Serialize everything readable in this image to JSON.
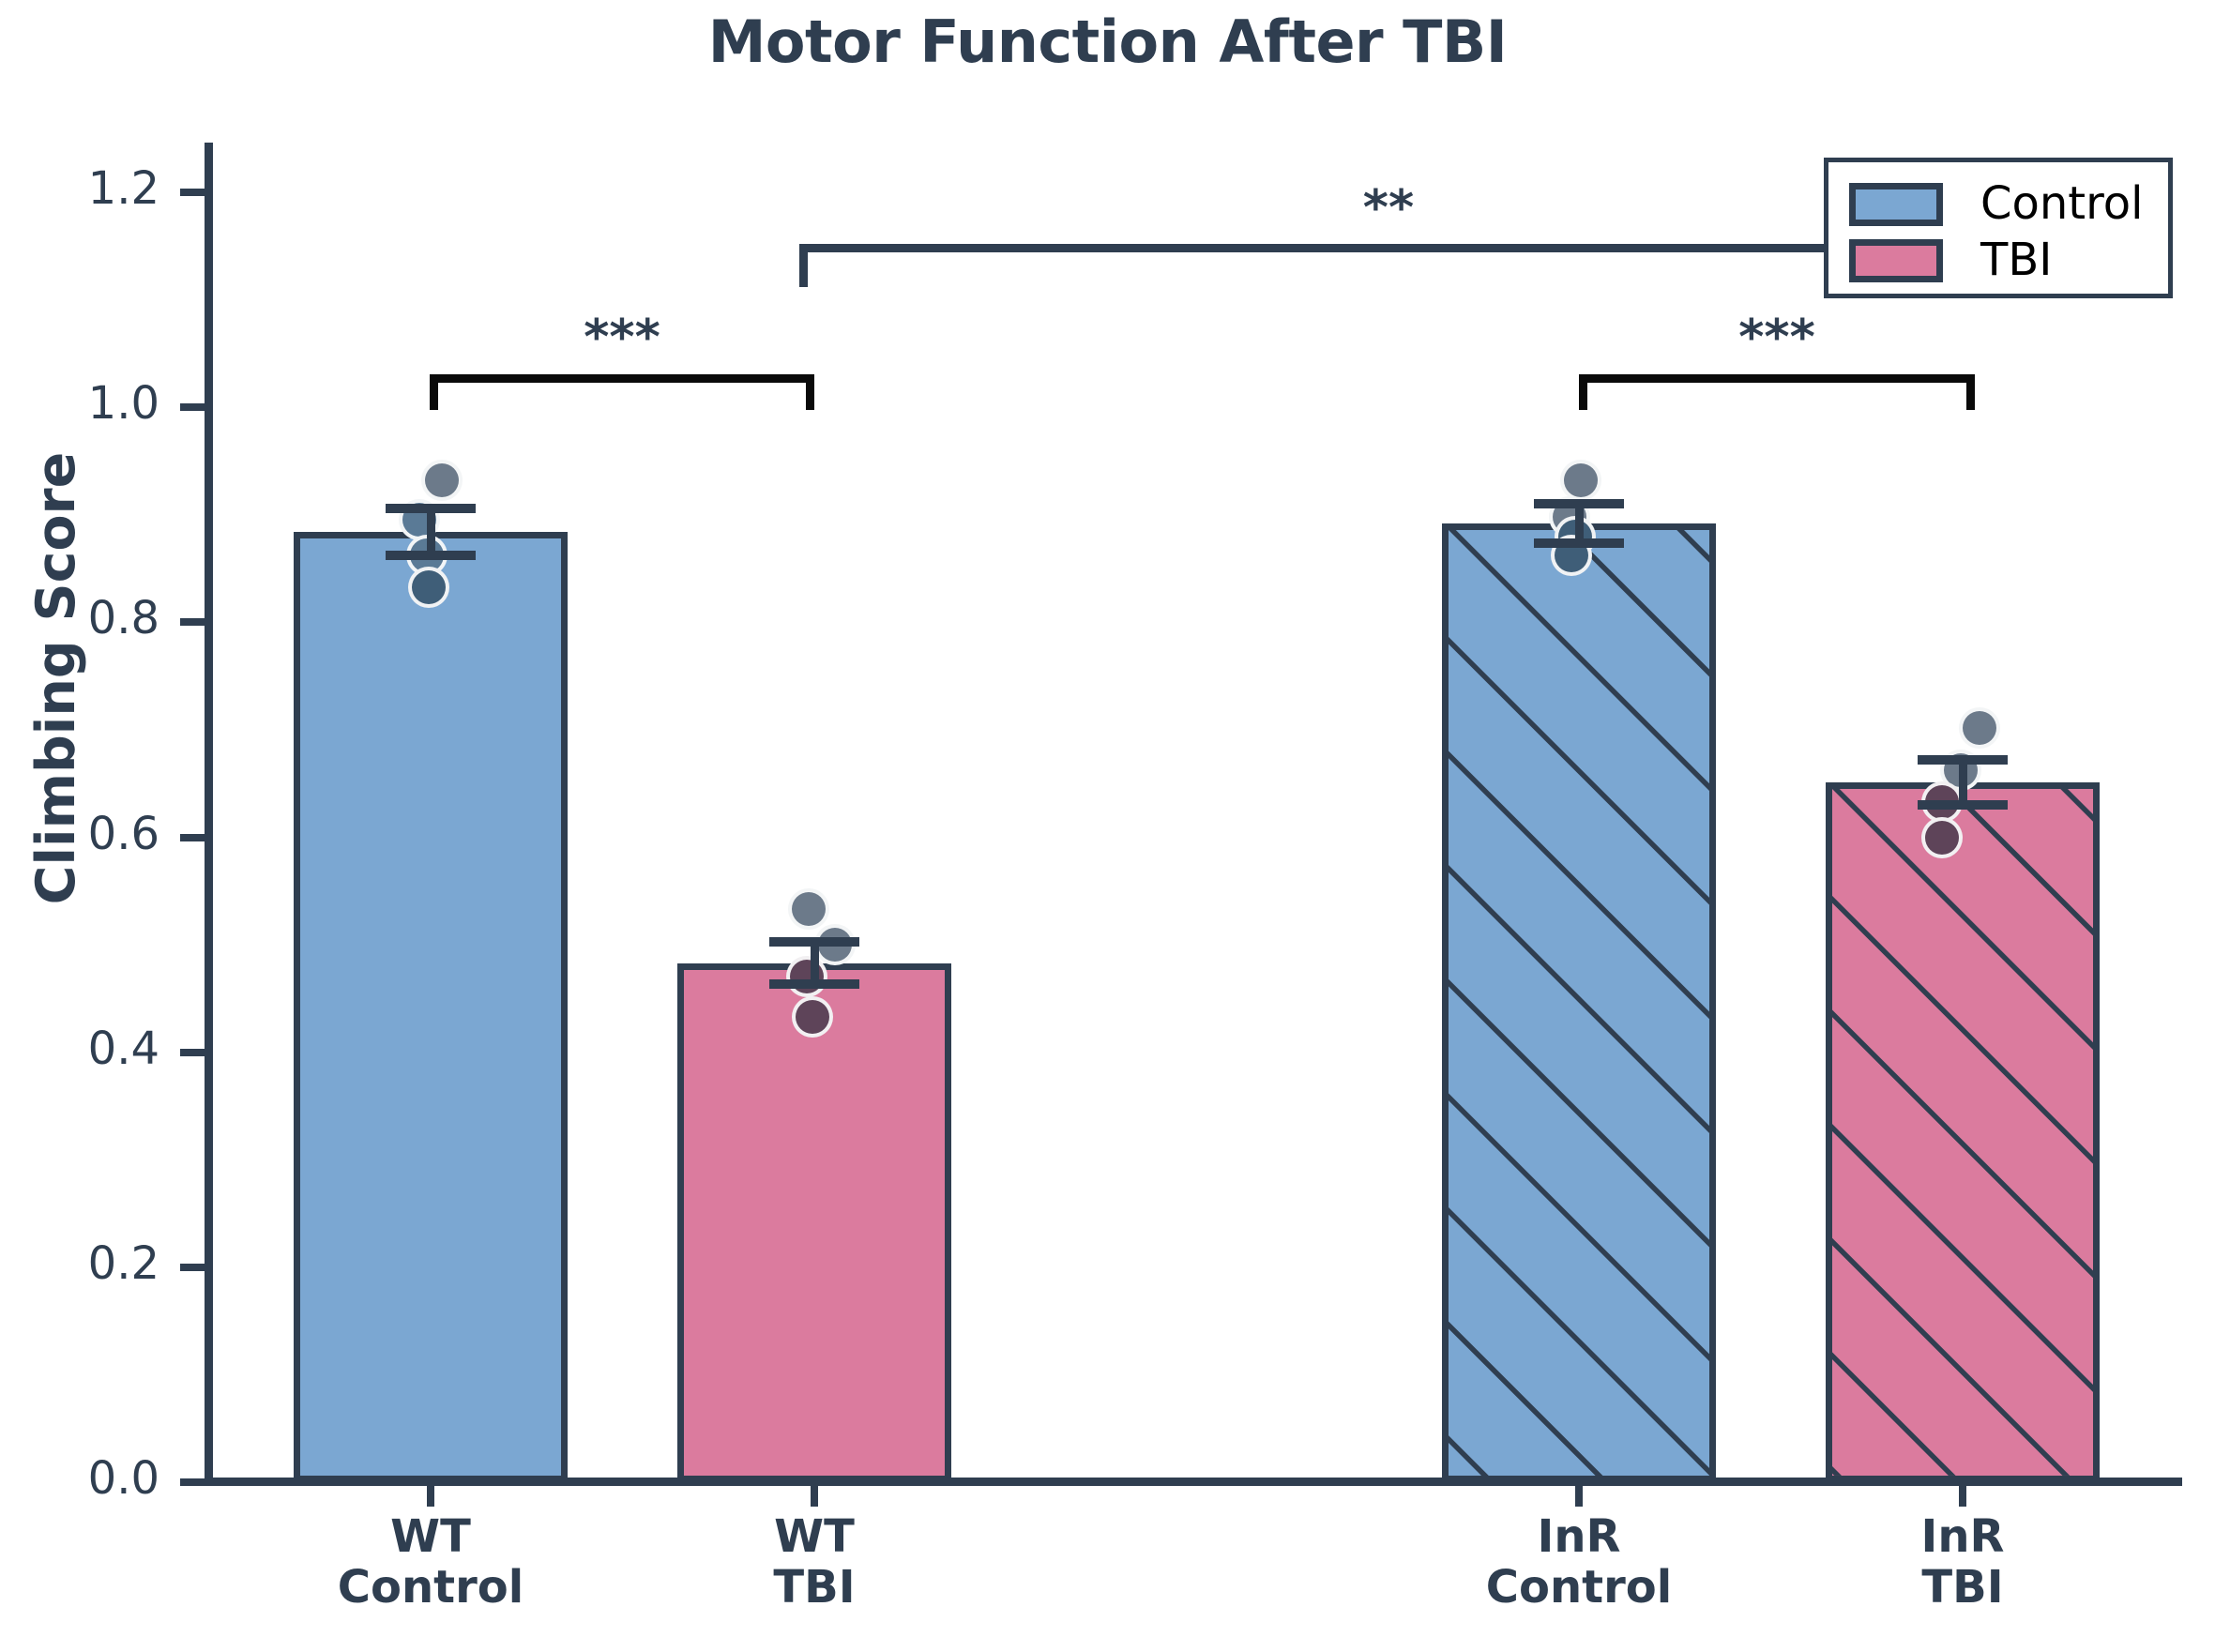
{
  "chart_data": {
    "type": "bar",
    "title": "Motor Function After TBI",
    "xlabel": "",
    "ylabel": "Climbing Score",
    "ylim": [
      0.0,
      1.28
    ],
    "yticks": [
      "0.0",
      "0.2",
      "0.4",
      "0.6",
      "0.8",
      "1.0",
      "1.2"
    ],
    "ytick_values": [
      0.0,
      0.2,
      0.4,
      0.6,
      0.8,
      1.0,
      1.2
    ],
    "grid": false,
    "legend_position": "upper right",
    "categories": [
      "WT\nControl",
      "WT\nTBI",
      "InR\nControl",
      "InR\nTBI"
    ],
    "category_lines": [
      [
        "WT",
        "Control"
      ],
      [
        "WT",
        "TBI"
      ],
      [
        "InR",
        "Control"
      ],
      [
        "InR",
        "TBI"
      ]
    ],
    "values": [
      0.884,
      0.483,
      0.892,
      0.651
    ],
    "errors": [
      0.022,
      0.02,
      0.018,
      0.021
    ],
    "bar_colors": [
      "#7BA7D2",
      "#DB7B9E",
      "#7BA7D2",
      "#DB7B9E"
    ],
    "bar_hatched": [
      false,
      false,
      true,
      true
    ],
    "edge_color": "#2f3e50",
    "series": [
      {
        "name": "Control",
        "color": "#7BA7D2",
        "values": [
          0.884,
          0.892
        ]
      },
      {
        "name": "TBI",
        "color": "#DB7B9E",
        "values": [
          0.483,
          0.651
        ]
      }
    ],
    "legend": [
      {
        "label": "Control",
        "color": "#7BA7D2"
      },
      {
        "label": "TBI",
        "color": "#DB7B9E"
      }
    ],
    "points": [
      {
        "group": 0,
        "values": [
          0.932,
          0.895,
          0.862,
          0.833
        ]
      },
      {
        "group": 1,
        "values": [
          0.533,
          0.5,
          0.47,
          0.433
        ]
      },
      {
        "group": 2,
        "values": [
          0.932,
          0.898,
          0.88,
          0.862
        ]
      },
      {
        "group": 3,
        "values": [
          0.702,
          0.662,
          0.633,
          0.6
        ]
      }
    ],
    "annotations": [
      {
        "text": "***",
        "from": "WT Control",
        "to": "WT TBI",
        "y": 1.03
      },
      {
        "text": "**",
        "from": "WT TBI",
        "to": "InR TBI",
        "y": 1.15
      },
      {
        "text": "***",
        "from": "InR Control",
        "to": "InR TBI",
        "y": 1.03
      }
    ],
    "point_color_control": "#5A7A96",
    "point_color_tbi": "#5E4459",
    "point_color_top": "#6C7A8A"
  },
  "accessibility": {
    "figure_role": "bar-chart-with-scatter-and-errorbars"
  }
}
